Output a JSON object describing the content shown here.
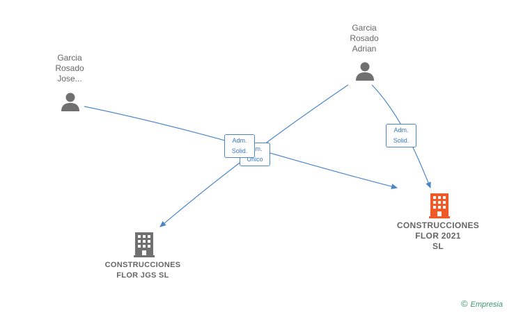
{
  "colors": {
    "edge": "#4a86c8",
    "person_icon": "#707070",
    "company_icon": "#707070",
    "company_main_icon": "#f05a28"
  },
  "nodes": {
    "person_jose": {
      "label": "Garcia\nRosado\nJose...",
      "icon": "person-icon"
    },
    "person_adrian": {
      "label": "Garcia\nRosado\nAdrian",
      "icon": "person-icon"
    },
    "company_jgs": {
      "label": "CONSTRUCCIONES\nFLOR JGS SL",
      "icon": "building-icon"
    },
    "company_2021": {
      "label": "CONSTRUCCIONES\nFLOR 2021\nSL",
      "icon": "building-icon"
    }
  },
  "edges": [
    {
      "from": "person_jose",
      "to": "company_2021",
      "label_lines": [
        "Adm.",
        "Solid."
      ]
    },
    {
      "from": "person_adrian",
      "to": "company_jgs",
      "label_lines": [
        "Adm.",
        "Unico"
      ]
    },
    {
      "from": "person_adrian",
      "to": "company_2021",
      "label_lines": [
        "Adm.",
        "Solid."
      ]
    }
  ],
  "footer": {
    "copyright": "©",
    "brand": "Empresia"
  }
}
